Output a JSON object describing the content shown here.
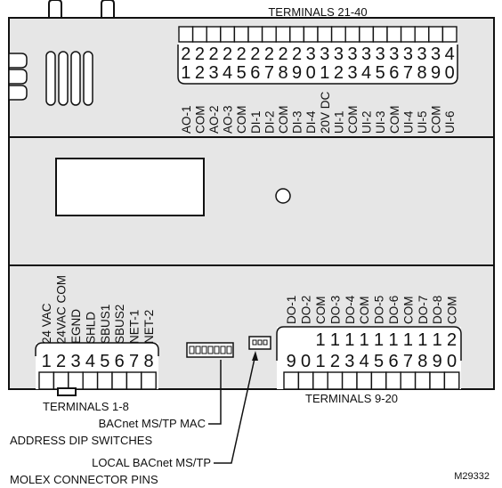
{
  "terminals_top": {
    "title": "TERMINALS 21-40",
    "tens": [
      "2",
      "2",
      "2",
      "2",
      "2",
      "2",
      "2",
      "2",
      "2",
      "3",
      "3",
      "3",
      "3",
      "3",
      "3",
      "3",
      "3",
      "3",
      "3",
      "4"
    ],
    "ones": [
      "1",
      "2",
      "3",
      "4",
      "5",
      "6",
      "7",
      "8",
      "9",
      "0",
      "1",
      "2",
      "3",
      "4",
      "5",
      "6",
      "7",
      "8",
      "9",
      "0"
    ],
    "labels": [
      "AO-1",
      "COM",
      "AO-2",
      "AO-3",
      "COM",
      "DI-1",
      "DI-2",
      "COM",
      "DI-3",
      "DI-4",
      "20V DC",
      "UI-1",
      "COM",
      "UI-2",
      "UI-3",
      "COM",
      "UI-4",
      "UI-5",
      "COM",
      "UI-6"
    ]
  },
  "terminals_left": {
    "title": "TERMINALS 1-8",
    "numbers": [
      "1",
      "2",
      "3",
      "4",
      "5",
      "6",
      "7",
      "8"
    ],
    "labels": [
      "24 VAC",
      "24VAC COM",
      "EGND",
      "SHLD",
      "SBUS1",
      "SBUS2",
      "NET-1",
      "NET-2"
    ]
  },
  "terminals_right": {
    "title": "TERMINALS 9-20",
    "tens": [
      "",
      "",
      "1",
      "1",
      "1",
      "1",
      "1",
      "1",
      "1",
      "1",
      "1",
      "2"
    ],
    "ones": [
      "9",
      "0",
      "1",
      "2",
      "3",
      "4",
      "5",
      "6",
      "7",
      "8",
      "9",
      "0"
    ],
    "labels": [
      "DO-1",
      "DO-2",
      "COM",
      "DO-3",
      "DO-4",
      "COM",
      "DO-5",
      "DO-6",
      "COM",
      "DO-7",
      "DO-8",
      "COM"
    ]
  },
  "callouts": {
    "dip_line1": "BACnet MS/TP MAC",
    "dip_line2": "ADDRESS DIP SWITCHES",
    "molex_line1": "LOCAL BACnet MS/TP",
    "molex_line2": "MOLEX CONNECTOR PINS"
  },
  "figure_id": "M29332"
}
